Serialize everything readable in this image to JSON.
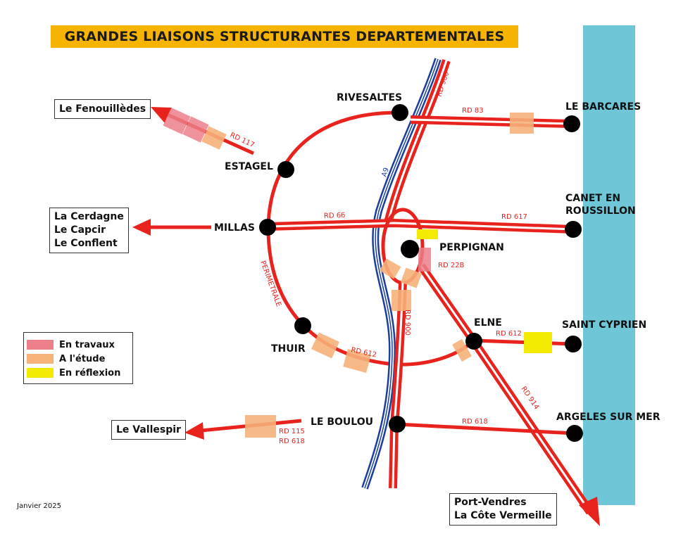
{
  "title": "GRANDES LIAISONS STRUCTURANTES DEPARTEMENTALES",
  "colors": {
    "road": "#e8231d",
    "motorway": "#1c3f9e",
    "sea": "#6ec6d6",
    "title_bg": "#f6b400",
    "en_travaux": "#ec7f8a",
    "a_l_etude": "#f7b27a",
    "en_reflexion": "#f2ea00"
  },
  "destinations": {
    "fenouilledes": "Le Fenouillèdes",
    "cerdagne": [
      "La Cerdagne",
      "Le Capcir",
      "Le Conflent"
    ],
    "vallespir": "Le Vallespir",
    "port_vendres": [
      "Port-Vendres",
      "La Côte Vermeille"
    ]
  },
  "cities": {
    "rivesaltes": "RIVESALTES",
    "estagel": "ESTAGEL",
    "millas": "MILLAS",
    "thuir": "THUIR",
    "le_boulou": "LE BOULOU",
    "perpignan": "PERPIGNAN",
    "elne": "ELNE",
    "le_barcares": "LE BARCARES",
    "canet": [
      "CANET EN",
      "ROUSSILLON"
    ],
    "saint_cyprien": "SAINT CYPRIEN",
    "argeles": "ARGELES SUR MER"
  },
  "roads": {
    "rd900_north": "RD 900",
    "rd83": "RD 83",
    "rd117": "RD 117",
    "a9": "A9",
    "rd66": "RD 66",
    "rd617": "RD 617",
    "perimetrale": "PERIMETRALE",
    "rd22b": "RD 22B",
    "rd900_south": "RD 900",
    "rd612_elne": "RD 612",
    "rd612_thuir": "RD 612",
    "rd914": "RD 914",
    "rd618": "RD 618",
    "rd115": "RD 115",
    "rd618_west": "RD 618"
  },
  "legend": {
    "en_travaux": "En travaux",
    "a_l_etude": "A l'étude",
    "en_reflexion": "En réflexion"
  },
  "date": "Janvier 2025"
}
